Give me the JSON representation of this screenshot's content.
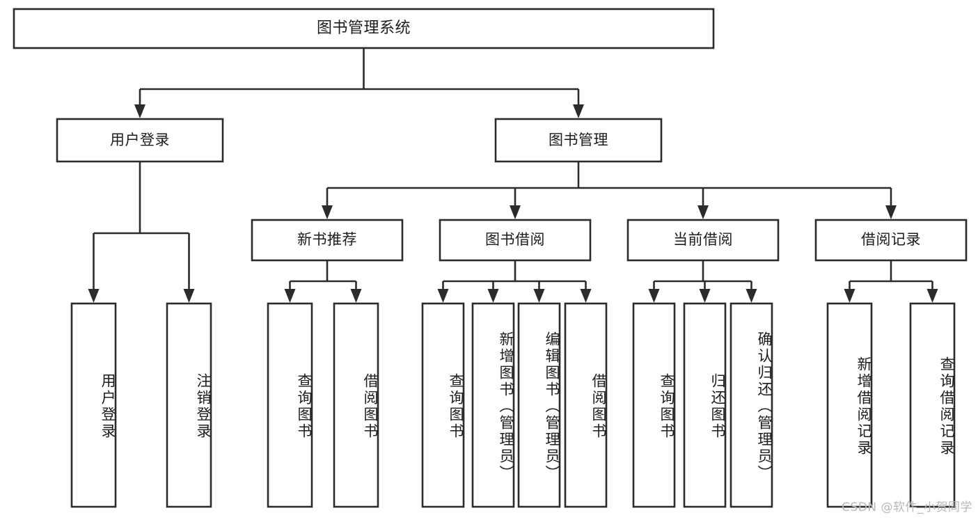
{
  "diagram": {
    "type": "tree-hierarchy",
    "title": "图书管理系统",
    "watermark": "CSDN @软件_小贺同学",
    "colors": {
      "stroke": "#2b2b2b",
      "fill": "#ffffff",
      "text": "#1c1c1c",
      "watermark": "#b8b8b8"
    },
    "nodes": {
      "root": {
        "label": "图书管理系统",
        "level": 0,
        "orientation": "horizontal"
      },
      "user_login": {
        "label": "用户登录",
        "level": 1,
        "orientation": "horizontal"
      },
      "book_manage": {
        "label": "图书管理",
        "level": 1,
        "orientation": "horizontal"
      },
      "new_book_rec": {
        "label": "新书推荐",
        "level": 2,
        "orientation": "horizontal"
      },
      "book_borrow": {
        "label": "图书借阅",
        "level": 2,
        "orientation": "horizontal"
      },
      "current_borrow": {
        "label": "当前借阅",
        "level": 2,
        "orientation": "horizontal"
      },
      "borrow_record": {
        "label": "借阅记录",
        "level": 2,
        "orientation": "horizontal"
      },
      "leaf_user_login": {
        "label": "用户登录",
        "level": 3,
        "orientation": "vertical"
      },
      "leaf_logout": {
        "label": "注销登录",
        "level": 3,
        "orientation": "vertical"
      },
      "leaf_query_book_1": {
        "label": "查询图书",
        "level": 3,
        "orientation": "vertical"
      },
      "leaf_borrow_book_1": {
        "label": "借阅图书",
        "level": 3,
        "orientation": "vertical"
      },
      "leaf_query_book_2": {
        "label": "查询图书",
        "level": 3,
        "orientation": "vertical"
      },
      "leaf_add_book": {
        "label": "新增图书（管理员）",
        "level": 3,
        "orientation": "vertical"
      },
      "leaf_edit_book": {
        "label": "编辑图书（管理员）",
        "level": 3,
        "orientation": "vertical"
      },
      "leaf_borrow_book_2": {
        "label": "借阅图书",
        "level": 3,
        "orientation": "vertical"
      },
      "leaf_query_book_3": {
        "label": "查询图书",
        "level": 3,
        "orientation": "vertical"
      },
      "leaf_return_book": {
        "label": "归还图书",
        "level": 3,
        "orientation": "vertical"
      },
      "leaf_confirm_return": {
        "label": "确认归还（管理员）",
        "level": 3,
        "orientation": "vertical"
      },
      "leaf_add_record": {
        "label": "新增借阅记录",
        "level": 3,
        "orientation": "vertical"
      },
      "leaf_query_record": {
        "label": "查询借阅记录",
        "level": 3,
        "orientation": "vertical"
      }
    },
    "edges": [
      {
        "from": "root",
        "to": "user_login"
      },
      {
        "from": "root",
        "to": "book_manage"
      },
      {
        "from": "book_manage",
        "to": "new_book_rec"
      },
      {
        "from": "book_manage",
        "to": "book_borrow"
      },
      {
        "from": "book_manage",
        "to": "current_borrow"
      },
      {
        "from": "book_manage",
        "to": "borrow_record"
      },
      {
        "from": "user_login",
        "to": "leaf_user_login"
      },
      {
        "from": "user_login",
        "to": "leaf_logout"
      },
      {
        "from": "new_book_rec",
        "to": "leaf_query_book_1"
      },
      {
        "from": "new_book_rec",
        "to": "leaf_borrow_book_1"
      },
      {
        "from": "book_borrow",
        "to": "leaf_query_book_2"
      },
      {
        "from": "book_borrow",
        "to": "leaf_add_book"
      },
      {
        "from": "book_borrow",
        "to": "leaf_edit_book"
      },
      {
        "from": "book_borrow",
        "to": "leaf_borrow_book_2"
      },
      {
        "from": "current_borrow",
        "to": "leaf_query_book_3"
      },
      {
        "from": "current_borrow",
        "to": "leaf_return_book"
      },
      {
        "from": "current_borrow",
        "to": "leaf_confirm_return"
      },
      {
        "from": "borrow_record",
        "to": "leaf_add_record"
      },
      {
        "from": "borrow_record",
        "to": "leaf_query_record"
      }
    ]
  }
}
